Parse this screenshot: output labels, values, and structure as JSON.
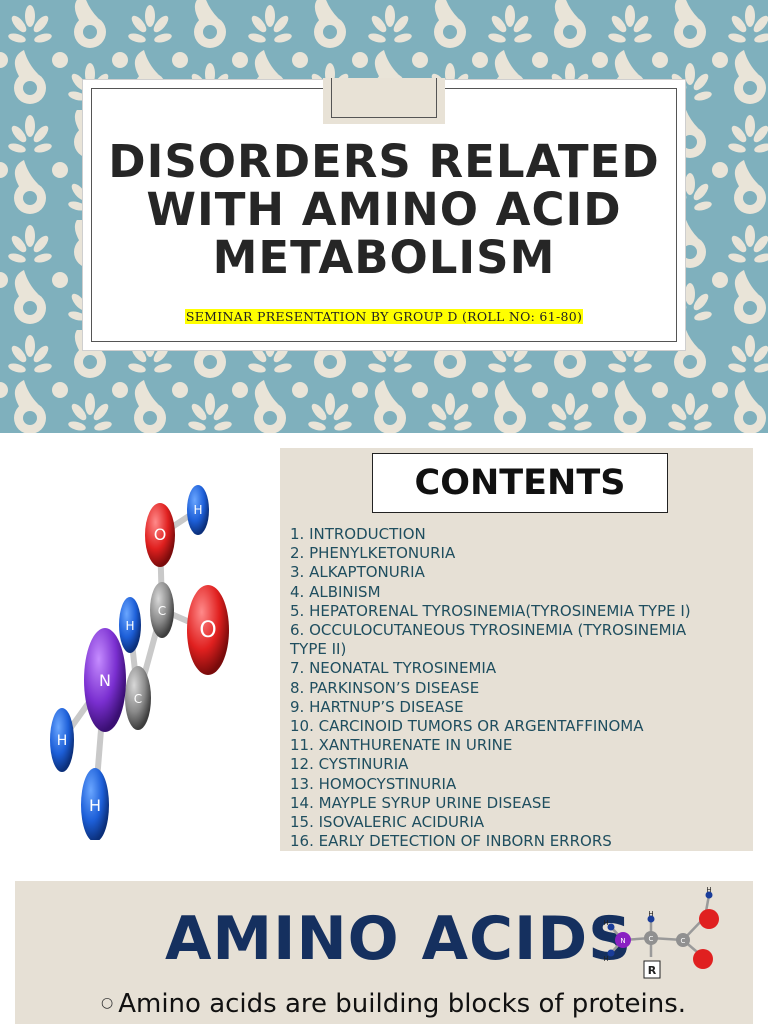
{
  "slide1": {
    "title_lines": [
      "DISORDERS RELATED",
      "WITH AMINO ACID",
      "METABOLISM"
    ],
    "subtitle": "SEMINAR PRESENTATION BY GROUP D (ROLL NO: 61-80)",
    "colors": {
      "background": "#7fb0bd",
      "highlight": "#ffff00",
      "pattern": "#e9e4d8"
    }
  },
  "slide2": {
    "heading": "CONTENTS",
    "items": [
      "1. INTRODUCTION",
      "2. PHENYLKETONURIA",
      "3. ALKAPTONURIA",
      "4. ALBINISM",
      "5. HEPATORENAL TYROSINEMIA(TYROSINEMIA TYPE I)",
      "6. OCCULOCUTANEOUS TYROSINEMIA (TYROSINEMIA TYPE II)",
      "7. NEONATAL TYROSINEMIA",
      "8. PARKINSON’S DISEASE",
      "9. HARTNUP’S DISEASE",
      "10. CARCINOID TUMORS OR ARGENTAFFINOMA",
      "11. XANTHURENATE IN URINE",
      "12. CYSTINURIA",
      "13. HOMOCYSTINURIA",
      "14. MAYPLE SYRUP URINE DISEASE",
      "15. ISOVALERIC ACIDURIA",
      "16. EARLY DETECTION OF INBORN ERRORS"
    ],
    "molecule_atoms": {
      "o_top": "O",
      "h_top": "H",
      "o_right": "O",
      "h_mid": "H",
      "n": "N",
      "c_top": "C",
      "c_mid": "C",
      "h_left": "H",
      "h_bottom": "H"
    },
    "colors": {
      "panel": "#e6e0d5",
      "list_text": "#1f4e5f"
    }
  },
  "slide3": {
    "heading": "AMINO ACIDS",
    "bullet_text": "Amino acids are building blocks of proteins.",
    "molecule_labels": {
      "h1": "H",
      "h2": "H",
      "h3": "H",
      "h4": "H",
      "n": "N",
      "c1": "C",
      "c2": "C",
      "r": "R"
    },
    "colors": {
      "heading": "#15305f"
    }
  }
}
